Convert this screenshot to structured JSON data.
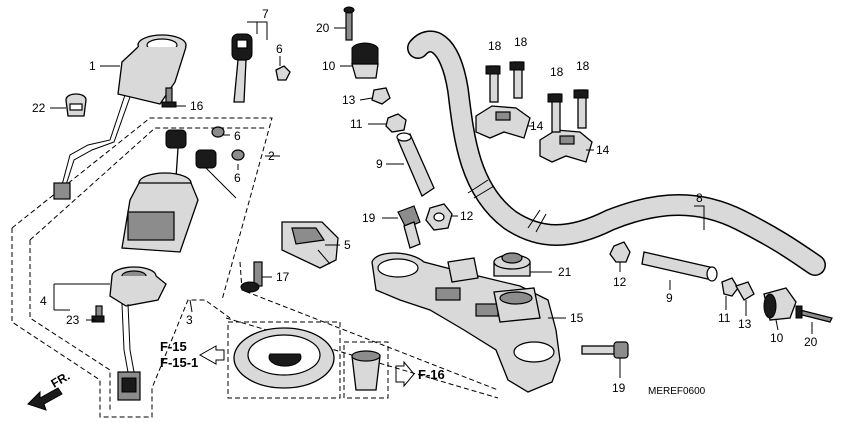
{
  "callouts": {
    "n1": "1",
    "n2": "2",
    "n3": "3",
    "n4": "4",
    "n5": "5",
    "n6a": "6",
    "n6b": "6",
    "n6c": "6",
    "n7": "7",
    "n8": "8",
    "n9a": "9",
    "n9b": "9",
    "n10a": "10",
    "n10b": "10",
    "n11a": "11",
    "n11b": "11",
    "n12a": "12",
    "n12b": "12",
    "n13a": "13",
    "n13b": "13",
    "n14a": "14",
    "n14b": "14",
    "n15": "15",
    "n16": "16",
    "n17": "17",
    "n18a": "18",
    "n18b": "18",
    "n18c": "18",
    "n18d": "18",
    "n19a": "19",
    "n19b": "19",
    "n20a": "20",
    "n20b": "20",
    "n21": "21",
    "n22": "22",
    "n23": "23"
  },
  "refs": {
    "f15": "F-15",
    "f151": "F-15-1",
    "f16": "F-16"
  },
  "direction": "FR.",
  "diagram_code": "MEREF0600"
}
